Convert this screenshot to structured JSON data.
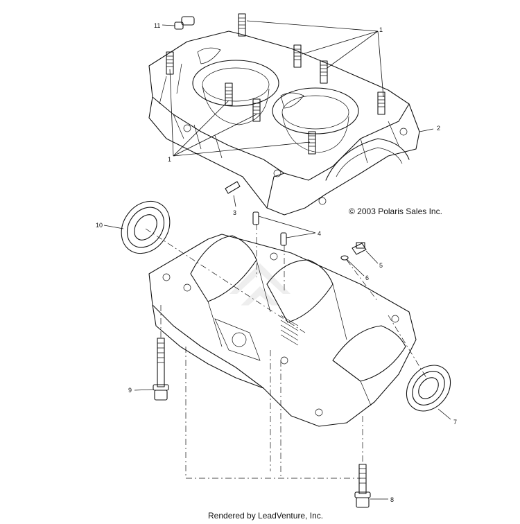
{
  "copyright": "© 2003 Polaris Sales Inc.",
  "footer": "Rendered by LeadVenture, Inc.",
  "callouts": [
    {
      "id": "1a",
      "text": "1"
    },
    {
      "id": "1b",
      "text": "1"
    },
    {
      "id": "2",
      "text": "2"
    },
    {
      "id": "3",
      "text": "3"
    },
    {
      "id": "4",
      "text": "4"
    },
    {
      "id": "5",
      "text": "5"
    },
    {
      "id": "6",
      "text": "6"
    },
    {
      "id": "7",
      "text": "7"
    },
    {
      "id": "8",
      "text": "8"
    },
    {
      "id": "9",
      "text": "9"
    },
    {
      "id": "10",
      "text": "10"
    },
    {
      "id": "11",
      "text": "11"
    }
  ]
}
